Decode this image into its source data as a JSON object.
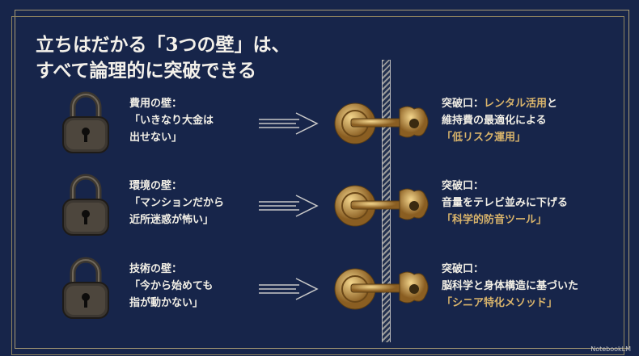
{
  "title": {
    "line1": "立ちはだかる「3つの壁」は、",
    "line2": "すべて論理的に突破できる"
  },
  "rows": [
    {
      "barrier_label": "費用の壁：",
      "barrier_l1": "「いきなり大金は",
      "barrier_l2": "出せない」",
      "sol_prefix": "突破口：",
      "sol_gold1": "レンタル活用",
      "sol_mid": "と",
      "sol_l2": "維持費の最適化による",
      "sol_gold2": "「低リスク運用」"
    },
    {
      "barrier_label": "環境の壁：",
      "barrier_l1": "「マンションだから",
      "barrier_l2": "近所迷惑が怖い」",
      "sol_prefix": "突破口：",
      "sol_gold1": "",
      "sol_mid": "",
      "sol_l2": "音量をテレビ並みに下げる",
      "sol_gold2": "「科学的防音ツール」"
    },
    {
      "barrier_label": "技術の壁：",
      "barrier_l1": "「今から始めても",
      "barrier_l2": "指が動かない」",
      "sol_prefix": "突破口：",
      "sol_gold1": "",
      "sol_mid": "",
      "sol_l2": "脳科学と身体構造に基づいた",
      "sol_gold2": "「シニア特化メソッド」"
    }
  ],
  "watermark": "NotebookLM",
  "colors": {
    "background": "#17254a",
    "gold": "#d9b46b"
  }
}
